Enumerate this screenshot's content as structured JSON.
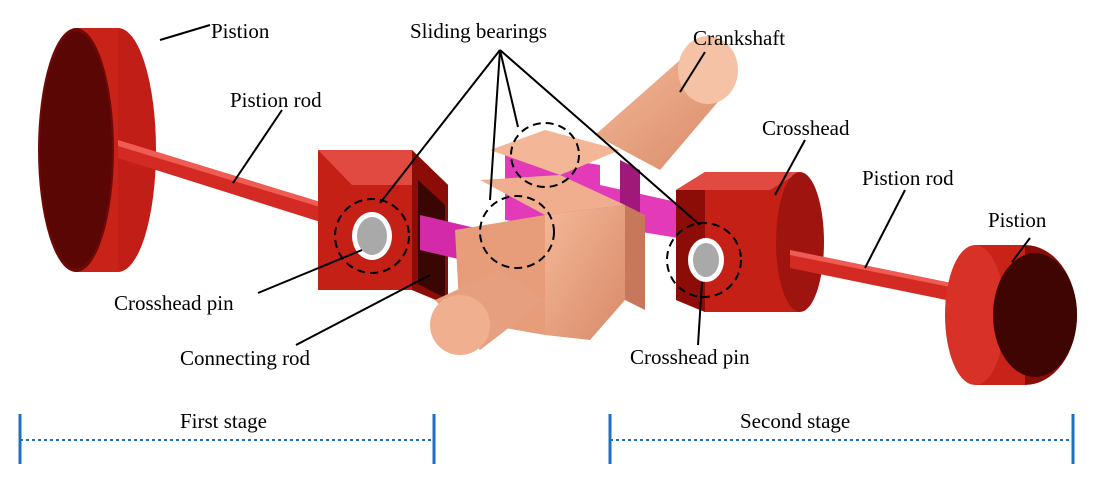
{
  "labels": {
    "piston_left": "Pistion",
    "sliding_bearings": "Sliding bearings",
    "crankshaft": "Crankshaft",
    "piston_rod_left": "Pistion rod",
    "crosshead_right": "Crosshead",
    "piston_rod_right": "Pistion rod",
    "piston_right": "Pistion",
    "crosshead_pin_left": "Crosshead pin",
    "connecting_rod": "Connecting rod",
    "crosshead_pin_right": "Crosshead pin"
  },
  "stages": {
    "first": "First stage",
    "second": "Second stage"
  },
  "colors": {
    "red_part": "#d42a24",
    "red_dark": "#7a0a08",
    "salmon_part": "#e9a07e",
    "magenta_part": "#e23ab8",
    "pin_gray": "#a9a9a9",
    "stage_blue": "#1f6fbf"
  }
}
